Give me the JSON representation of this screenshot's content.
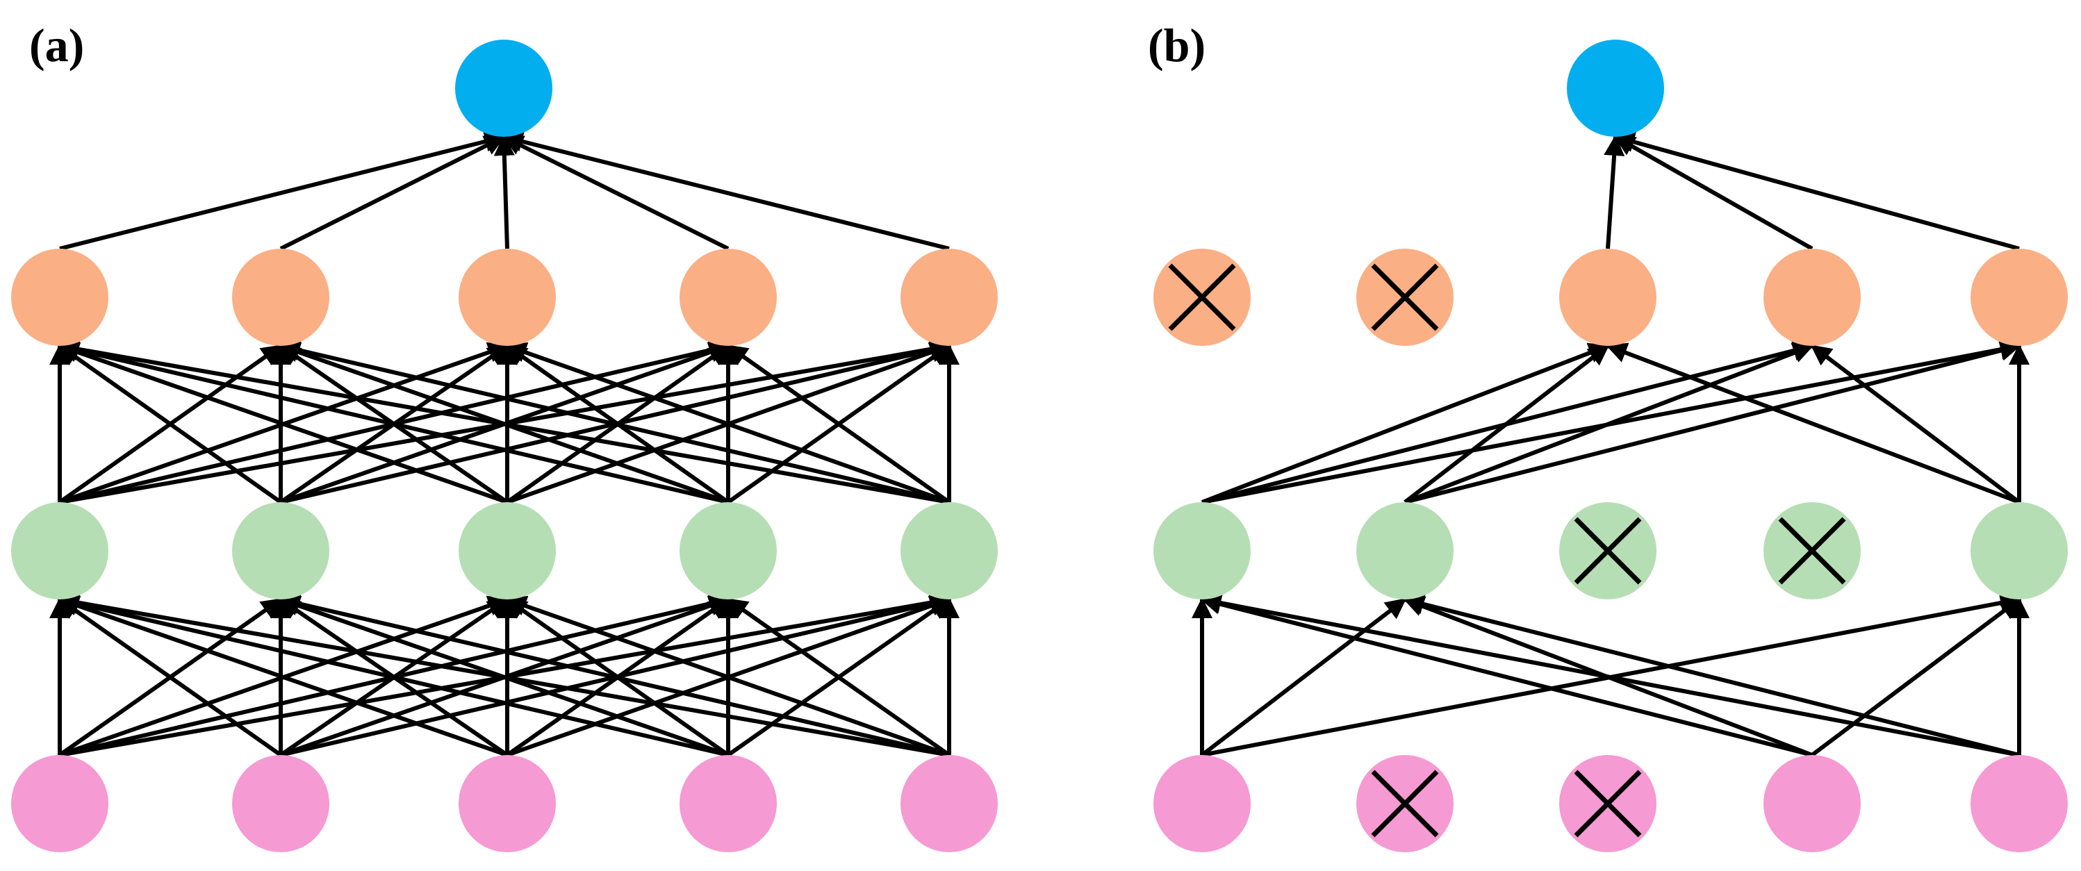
{
  "colors": {
    "input": "#f59ad2",
    "hidden1": "#b6deb4",
    "hidden2": "#fbaf84",
    "output": "#03aeef",
    "edge": "#000000"
  },
  "panels": [
    {
      "label": "(a)",
      "title": "",
      "layers": {
        "input": {
          "count": 5,
          "dropped": []
        },
        "hidden1": {
          "count": 5,
          "dropped": []
        },
        "hidden2": {
          "count": 5,
          "dropped": []
        },
        "output": {
          "count": 1,
          "dropped": []
        }
      }
    },
    {
      "label": "(b)",
      "title": "",
      "layers": {
        "input": {
          "count": 5,
          "dropped": [
            1,
            2
          ]
        },
        "hidden1": {
          "count": 5,
          "dropped": [
            2,
            3
          ]
        },
        "hidden2": {
          "count": 5,
          "dropped": [
            0,
            1
          ]
        },
        "output": {
          "count": 1,
          "dropped": []
        }
      }
    }
  ]
}
